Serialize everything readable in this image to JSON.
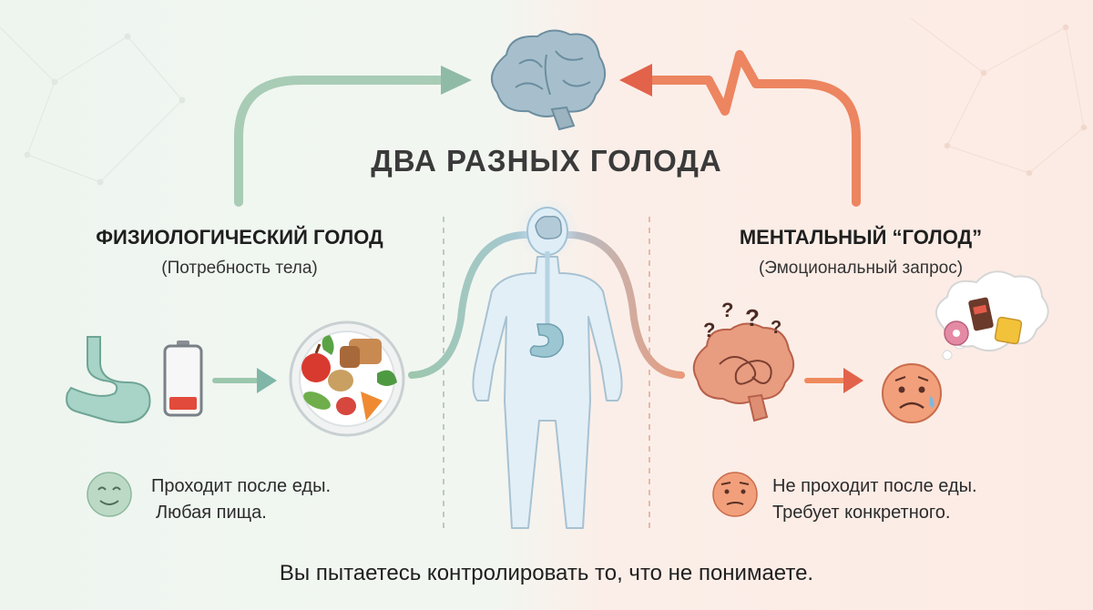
{
  "title": "ДВА РАЗНЫХ ГОЛОДА",
  "left": {
    "heading": "ФИЗИОЛОГИЧЕСКИЙ ГОЛОД",
    "subheading": "(Потребность тела)",
    "caption_lines": [
      "Проходит после еды.",
      "Любая пища."
    ]
  },
  "right": {
    "heading": "МЕНТАЛЬНЫЙ “ГОЛОД”",
    "subheading": "(Эмоциональный запрос)",
    "caption_lines": [
      "Не проходит после еды.",
      "Требует конкретного."
    ]
  },
  "footer": "Вы пытаетесь контролировать то, что не понимаете.",
  "colors": {
    "green": "#9cc7ad",
    "orange": "#ef8a5d",
    "red_arrow": "#e2624a",
    "brain_blue": "#9fb8c7",
    "brain_pink": "#e59b80"
  },
  "icons": [
    "brain-icon",
    "stomach-icon",
    "low-battery-icon",
    "food-plate-icon",
    "human-body-icon",
    "confused-brain-icon",
    "sad-face-icon",
    "snack-thought-icon",
    "smile-face-icon",
    "neutral-face-icon"
  ]
}
